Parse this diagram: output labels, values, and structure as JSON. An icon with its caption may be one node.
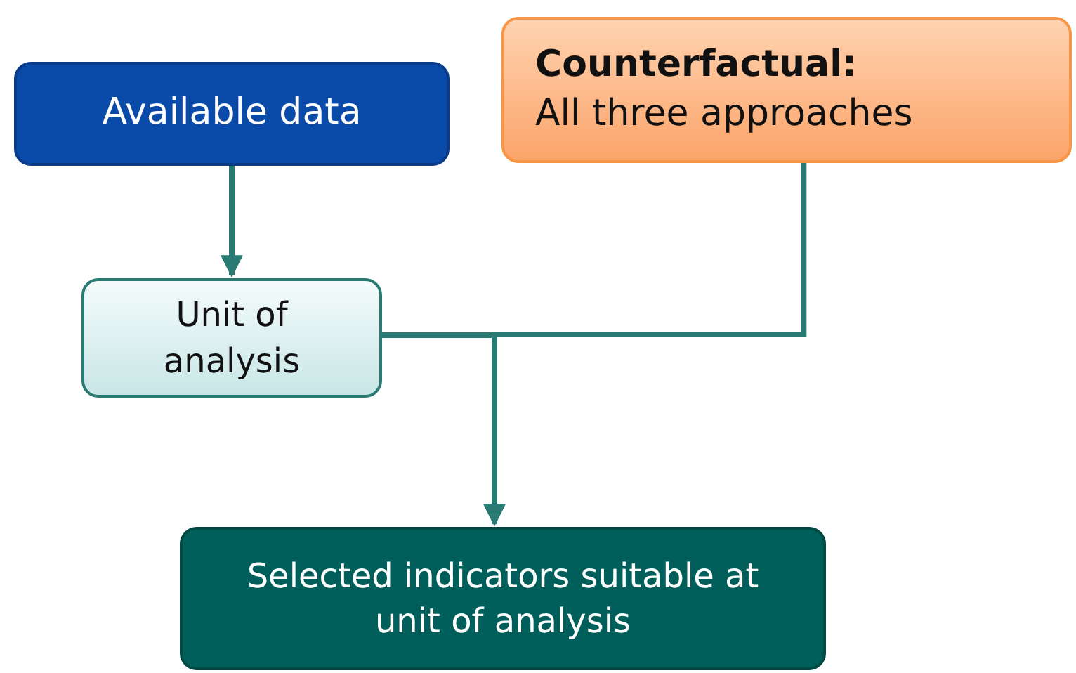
{
  "diagram": {
    "nodes": [
      {
        "text": [
          "Available data"
        ]
      },
      {
        "text": [
          "Counterfactual:",
          "All three approaches"
        ]
      },
      {
        "text": [
          "Unit of analysis"
        ]
      },
      {
        "text": [
          "Selected indicators suitable at unit of analysis"
        ]
      }
    ],
    "edges": [
      {
        "from": 0,
        "to": 2,
        "arrow": "to"
      },
      {
        "from": 2,
        "to": 3,
        "arrow": "to"
      },
      {
        "from": 1,
        "to": 3,
        "arrow": "to"
      }
    ]
  }
}
